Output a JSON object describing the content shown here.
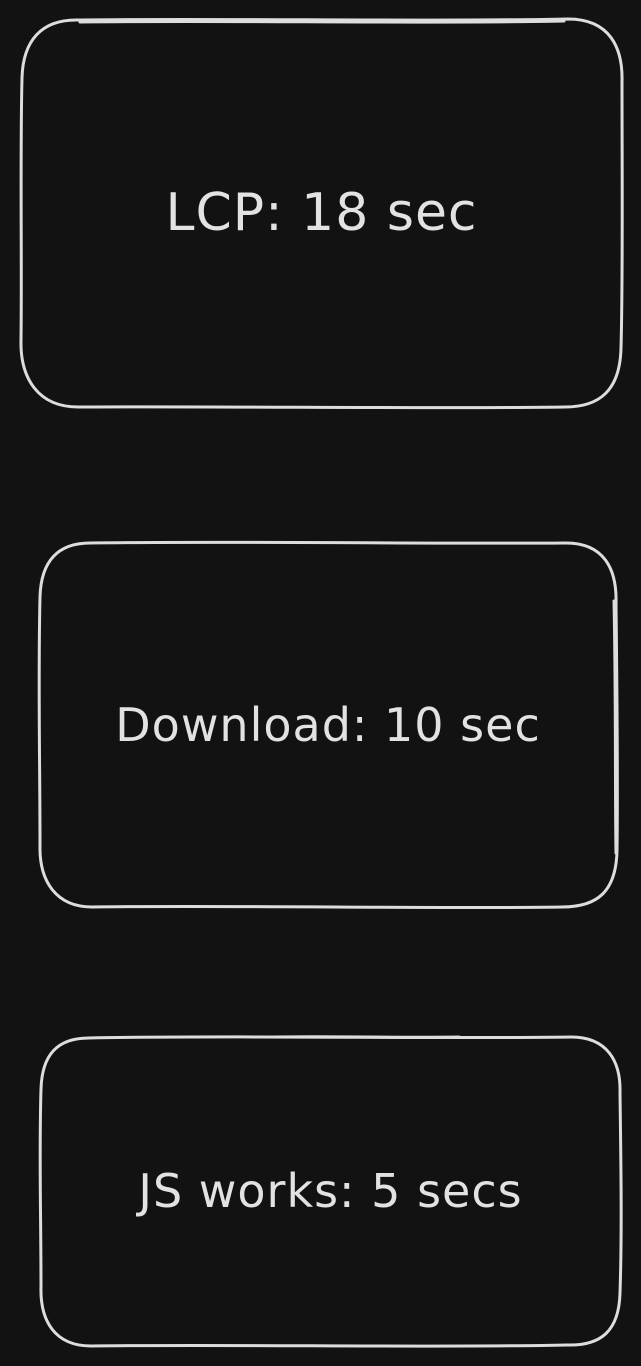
{
  "diagram": {
    "boxes": [
      {
        "label": "LCP: 18 sec"
      },
      {
        "label": "Download: 10 sec"
      },
      {
        "label": "JS works: 5 secs"
      }
    ],
    "colors": {
      "background": "#121212",
      "stroke": "#dddddd",
      "text": "#e2e2e2"
    }
  }
}
